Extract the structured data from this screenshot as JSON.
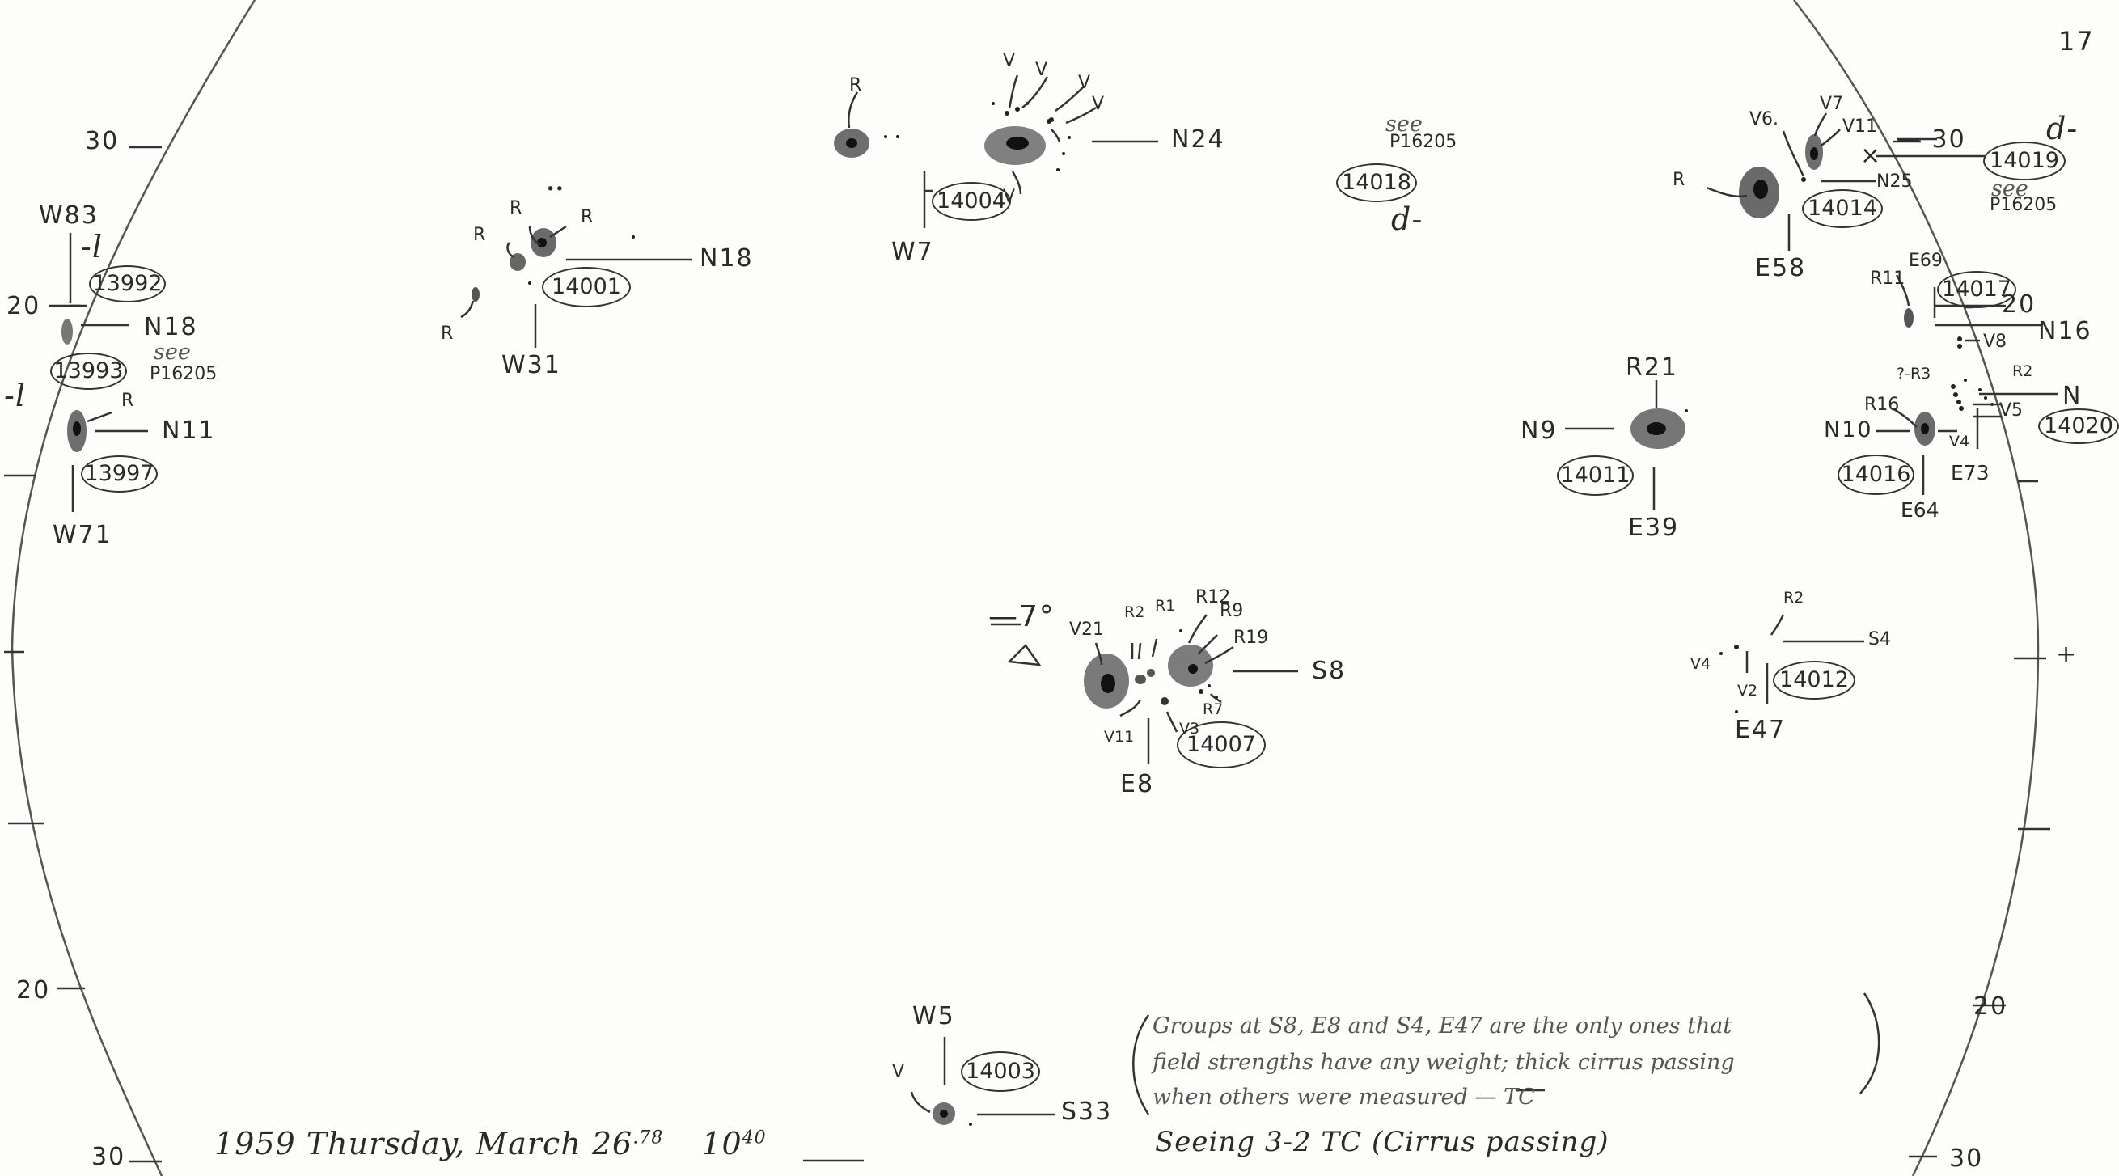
{
  "page_number": "17",
  "footer": {
    "date": "1959 Thursday, March 26",
    "date_sup": ".78",
    "time": "10",
    "time_sup": "40",
    "seeing": "Seeing    3-2    TC    (Cirrus passing)"
  },
  "note": {
    "line1": "Groups at S8, E8 and S4, E47 are the only ones that",
    "line2": "field strengths have any weight; thick cirrus passing",
    "line3": "when others were measured — TC"
  },
  "limb_ticks": {
    "left_30_top": "30",
    "left_20_top": "20",
    "left_20_bottom": "20",
    "left_30_bottom": "30",
    "right_30_top": "30",
    "right_20_top": "20",
    "right_20_bottom": "20",
    "right_30_bottom": "30",
    "right_plus": "+"
  },
  "groups": {
    "g13992": {
      "number": "13992",
      "lat": "N18",
      "lon": "W83",
      "mark": "l"
    },
    "g13993": {
      "number": "13993",
      "see": "see",
      "ref": "P16205",
      "mark": "l"
    },
    "g13997": {
      "number": "13997",
      "lat": "N11",
      "lon": "W71",
      "pol": "R"
    },
    "g14001": {
      "number": "14001",
      "lat": "N18",
      "lon": "W31",
      "pol_a": "R",
      "pol_b": "R",
      "pol_c": "R",
      "pol_d": "R",
      "dots": "••"
    },
    "g14004": {
      "number": "14004",
      "lat": "N24",
      "lon": "W7",
      "pol_r": "R",
      "v1": "V",
      "v2": "V",
      "v3": "V",
      "v4": "V",
      "v5": "V"
    },
    "g14018": {
      "number": "14018",
      "see": "see",
      "ref": "P16205",
      "mark": "d-"
    },
    "g14014": {
      "number": "14014",
      "lat": "N25",
      "lon": "E58",
      "pol_r": "R",
      "v6": "V6.",
      "v7": "V7",
      "v11": "V11",
      "lat2": "30"
    },
    "g14019": {
      "number": "14019",
      "see": "see",
      "ref": "P16205",
      "mark": "d-",
      "x": "×"
    },
    "g14017": {
      "number": "14017",
      "lat": "N16",
      "lon": "E69",
      "pol": "R11",
      "v": "V8",
      "lat2": "20"
    },
    "g14020": {
      "number": "14020",
      "lat": "N",
      "r3": "R3",
      "r2": "R2",
      "v5": "V5"
    },
    "g14016": {
      "number": "14016",
      "lat": "N10",
      "lon": "E64",
      "pol": "R16",
      "v4": "V4",
      "lon2": "E73"
    },
    "g14011": {
      "number": "14011",
      "lat": "N9",
      "lon": "E39",
      "pol": "R21"
    },
    "g14007": {
      "number": "14007",
      "lat": "S8",
      "lon": "E8",
      "angle": "7°",
      "v21": "V21",
      "r2": "R2",
      "r1": "R1",
      "r12": "R12",
      "r9": "R9",
      "r19": "R19",
      "r7": "R7",
      "v3": "V3",
      "v11": "V11"
    },
    "g14012": {
      "number": "14012",
      "lat": "S4",
      "lon": "E47",
      "r2": "R2",
      "v4": "V4",
      "v2": "V2"
    },
    "g14003": {
      "number": "14003",
      "lat": "S33",
      "lon": "W5",
      "v": "V"
    }
  }
}
